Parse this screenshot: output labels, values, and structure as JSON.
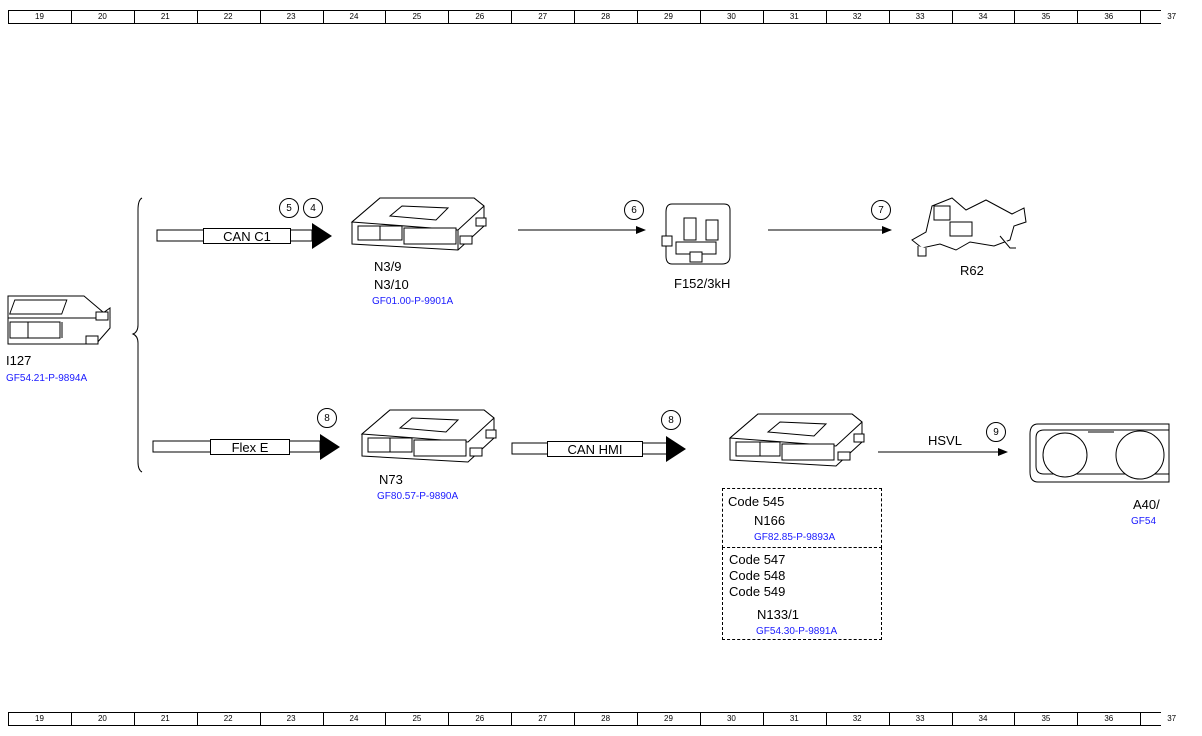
{
  "ruler": [
    "19",
    "20",
    "21",
    "22",
    "23",
    "24",
    "25",
    "26",
    "27",
    "28",
    "29",
    "30",
    "31",
    "32",
    "33",
    "34",
    "35",
    "36",
    "37"
  ],
  "buses": {
    "can_c1": "CAN C1",
    "flex_e": "Flex E",
    "can_hmi": "CAN HMI",
    "hsvl": "HSVL"
  },
  "markers": {
    "m5": "5",
    "m4": "4",
    "m6": "6",
    "m7": "7",
    "m8a": "8",
    "m8b": "8",
    "m9": "9"
  },
  "components": {
    "left_unit": {
      "label": "I127",
      "ref": "GF54.21-P-9894A"
    },
    "n3": {
      "label1": "N3/9",
      "label2": "N3/10",
      "ref": "GF01.00-P-9901A"
    },
    "f152": {
      "label": "F152/3kH"
    },
    "r62": {
      "label": "R62"
    },
    "n73": {
      "label": "N73",
      "ref": "GF80.57-P-9890A"
    },
    "n166": {
      "code": "Code 545",
      "label": "N166",
      "ref": "GF82.85-P-9893A"
    },
    "n133": {
      "code1": "Code 547",
      "code2": "Code 548",
      "code3": "Code 549",
      "label": "N133/1",
      "ref": "GF54.30-P-9891A"
    },
    "a40": {
      "label": "A40/",
      "ref": "GF54"
    }
  }
}
